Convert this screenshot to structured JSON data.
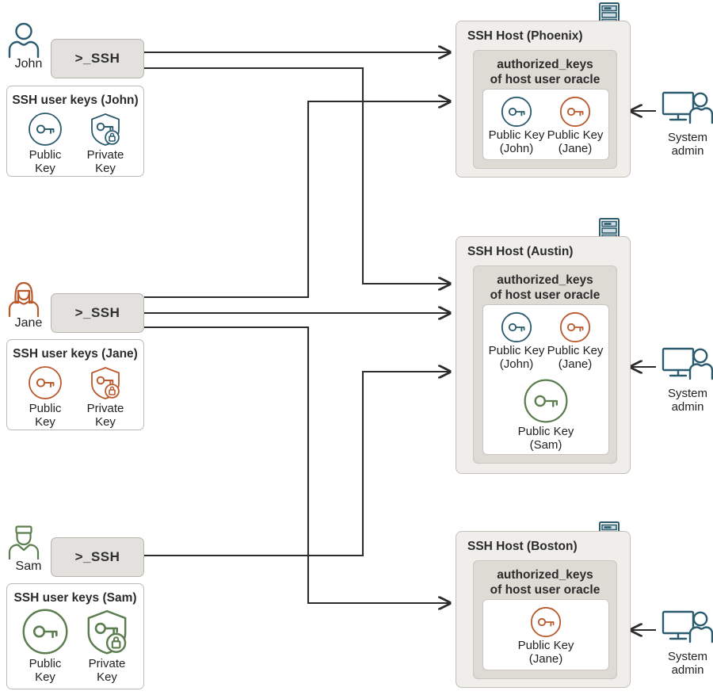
{
  "diagram": {
    "title": "SSH user key distribution to authorized_keys on SSH hosts",
    "colors": {
      "john": "#2a5b6e",
      "jane": "#b9592c",
      "sam": "#5c7d4f",
      "line": "#2e2c2b",
      "host_fill": "#f0eeea",
      "auth_fill": "#dedbd4",
      "ssh_fill": "#e3e1dd",
      "rack": "#2a5b6e",
      "admin": "#2a5b6e"
    }
  },
  "users": [
    {
      "id": "john",
      "name": "John",
      "person_icon": "user-plain-icon",
      "ssh_label": ">_SSH",
      "keys_panel_title": "SSH user keys (John)",
      "public_key_label": "Public\nKey",
      "private_key_label": "Private\nKey",
      "public_key_icon": "key-circle-icon",
      "private_key_icon": "key-shield-lock-icon",
      "color": "#2a5b6e"
    },
    {
      "id": "jane",
      "name": "Jane",
      "person_icon": "user-long-hair-icon",
      "ssh_label": ">_SSH",
      "keys_panel_title": "SSH user keys (Jane)",
      "public_key_label": "Public\nKey",
      "private_key_label": "Private\nKey",
      "public_key_icon": "key-circle-icon",
      "private_key_icon": "key-shield-lock-icon",
      "color": "#b9592c"
    },
    {
      "id": "sam",
      "name": "Sam",
      "person_icon": "user-cap-icon",
      "ssh_label": ">_SSH",
      "keys_panel_title": "SSH user keys (Sam)",
      "public_key_label": "Public\nKey",
      "private_key_label": "Private\nKey",
      "public_key_icon": "key-circle-icon",
      "private_key_icon": "key-shield-lock-icon",
      "color": "#5c7d4f"
    }
  ],
  "hosts": [
    {
      "id": "phoenix",
      "title": "SSH Host (Phoenix)",
      "rack_icon": "server-rack-icon",
      "authorized_keys_title": "authorized_keys\nof host user oracle",
      "keys": [
        {
          "label": "Public Key\n(John)",
          "icon": "key-circle-icon",
          "color": "#2a5b6e",
          "size": "small"
        },
        {
          "label": "Public Key\n(Jane)",
          "icon": "key-circle-icon",
          "color": "#b9592c",
          "size": "small"
        }
      ],
      "admin": {
        "label": "System\nadmin",
        "icon": "system-admin-icon"
      }
    },
    {
      "id": "austin",
      "title": "SSH Host (Austin)",
      "rack_icon": "server-rack-icon",
      "authorized_keys_title": "authorized_keys\nof host user oracle",
      "keys": [
        {
          "label": "Public Key\n(John)",
          "icon": "key-circle-icon",
          "color": "#2a5b6e",
          "size": "small"
        },
        {
          "label": "Public Key\n(Jane)",
          "icon": "key-circle-icon",
          "color": "#b9592c",
          "size": "small"
        },
        {
          "label": "Public Key\n(Sam)",
          "icon": "key-circle-icon",
          "color": "#5c7d4f",
          "size": "large"
        }
      ],
      "admin": {
        "label": "System\nadmin",
        "icon": "system-admin-icon"
      }
    },
    {
      "id": "boston",
      "title": "SSH Host (Boston)",
      "rack_icon": "server-rack-icon",
      "authorized_keys_title": "authorized_keys\nof host user oracle",
      "keys": [
        {
          "label": "Public Key\n(Jane)",
          "icon": "key-circle-icon",
          "color": "#b9592c",
          "size": "small"
        }
      ],
      "admin": {
        "label": "System\nadmin",
        "icon": "system-admin-icon"
      }
    }
  ],
  "connections": [
    {
      "from": "john",
      "to": "phoenix"
    },
    {
      "from": "john",
      "to": "austin"
    },
    {
      "from": "jane",
      "to": "phoenix"
    },
    {
      "from": "jane",
      "to": "austin"
    },
    {
      "from": "jane",
      "to": "boston"
    },
    {
      "from": "sam",
      "to": "austin"
    }
  ]
}
